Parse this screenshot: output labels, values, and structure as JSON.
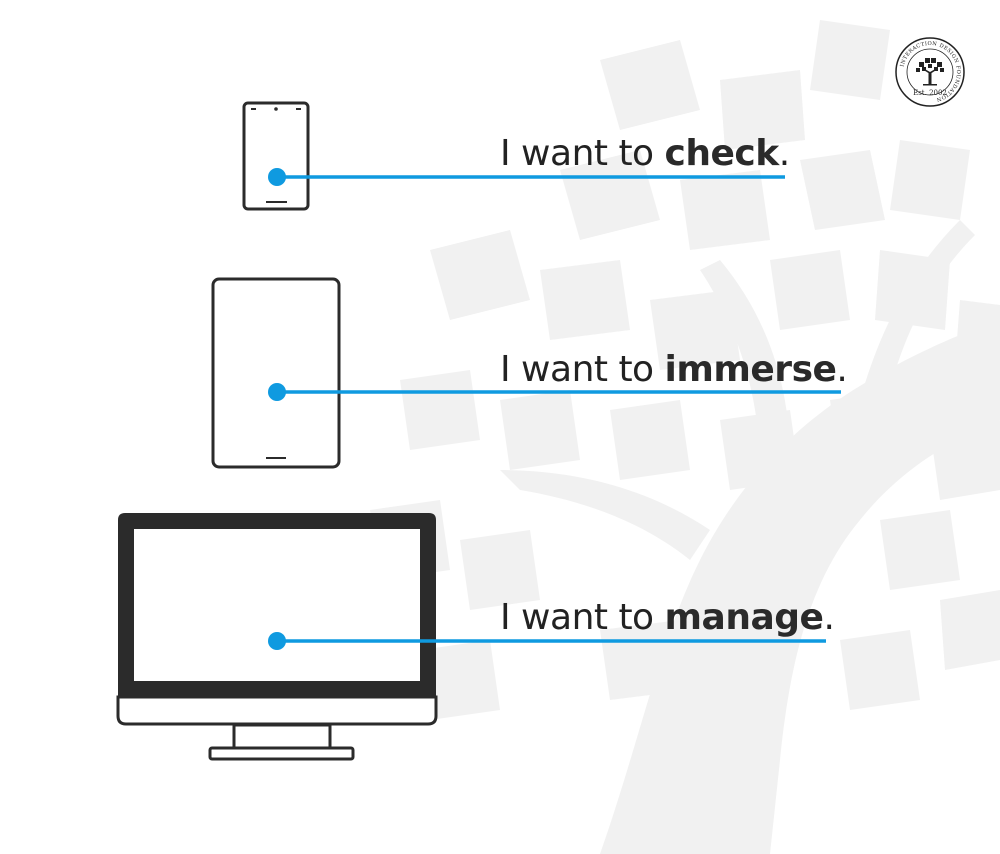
{
  "captions": [
    {
      "id": "phone",
      "prefix": "I want to ",
      "emphasis": "check",
      "suffix": "."
    },
    {
      "id": "tablet",
      "prefix": "I want to ",
      "emphasis": "immerse",
      "suffix": "."
    },
    {
      "id": "desktop",
      "prefix": "I want to ",
      "emphasis": "manage",
      "suffix": "."
    }
  ],
  "logo": {
    "ring_text": "INTERACTION DESIGN FOUNDATION",
    "est_text": "Est. 2002"
  },
  "colors": {
    "accent": "#0f9ae0",
    "device_outline": "#2b2b2b",
    "text": "#222222",
    "watermark": "#f0f0f0"
  },
  "icons": [
    "smartphone-icon",
    "tablet-icon",
    "desktop-monitor-icon",
    "tree-watermark-icon",
    "foundation-logo-icon"
  ]
}
